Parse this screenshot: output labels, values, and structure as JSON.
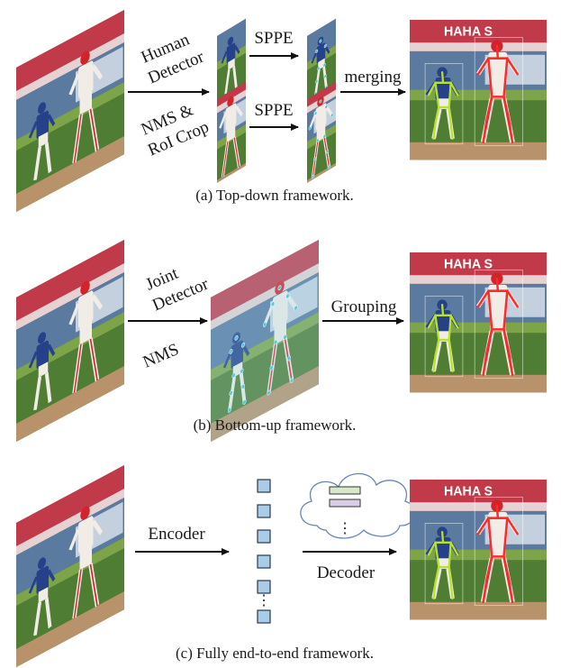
{
  "palette": {
    "sky": "#8a3b4e",
    "banner_red": "#c03a4a",
    "grass": "#4f7d33",
    "grass_light": "#7ea44a",
    "dirt": "#b8926a",
    "wall_blue": "#5a7aa0",
    "jersey_blue": "#26408a",
    "jersey_white": "#f1ede6",
    "player_red": "#d2232a",
    "skeleton_red": "#ff2a2a",
    "skeleton_green": "#b8e22a",
    "keypoint_cyan": "#39c6d8",
    "token_fill": "#a9cde8",
    "token_stroke": "#2a3a4a",
    "query_green": "#d6e8c8",
    "query_purple": "#d9cde8",
    "arrow": "#111111"
  },
  "stadium_sign": "HAHA S",
  "top_down": {
    "label_detector": [
      "Human",
      "Detector"
    ],
    "label_crop": [
      "NMS &",
      "RoI Crop"
    ],
    "label_sppe_1": "SPPE",
    "label_sppe_2": "SPPE",
    "label_merging": "merging",
    "caption": "(a) Top-down framework."
  },
  "bottom_up": {
    "label_detector": [
      "Joint",
      "Detector"
    ],
    "label_nms": "NMS",
    "label_grouping": "Grouping",
    "caption": "(b) Bottom-up framework."
  },
  "end_to_end": {
    "label_encoder": "Encoder",
    "label_decoder": "Decoder",
    "token_count": 6,
    "query_count": 2,
    "caption": "(c) Fully end-to-end framework."
  }
}
